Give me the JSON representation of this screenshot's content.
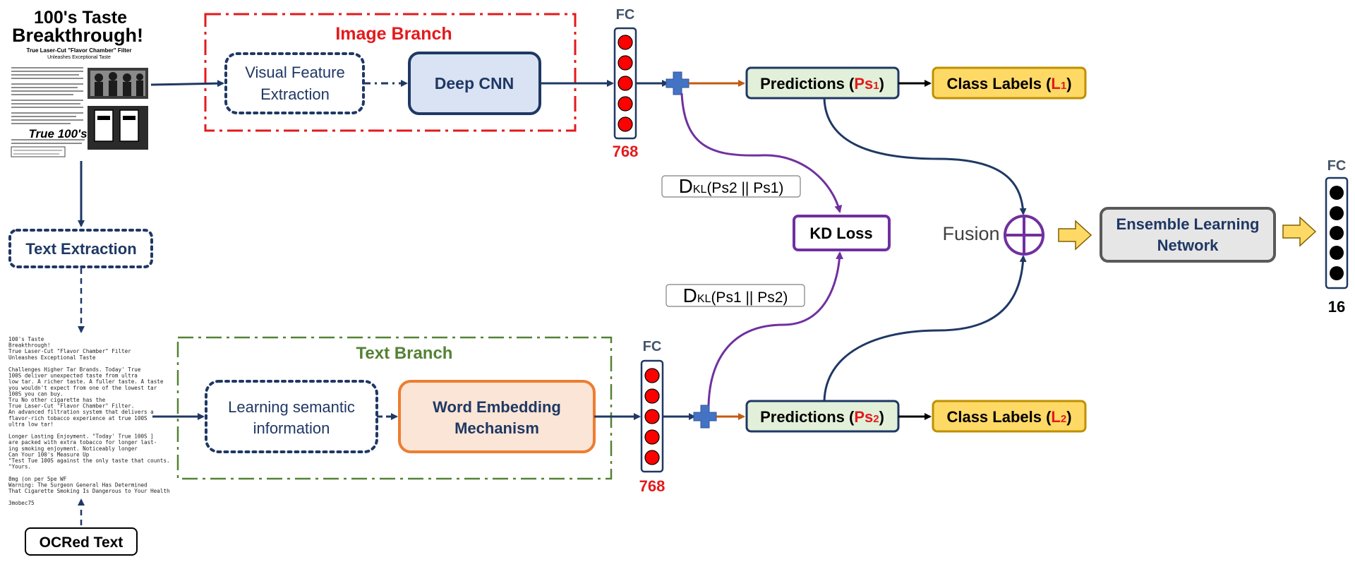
{
  "image_branch": {
    "title": "Image Branch",
    "visual_feature": [
      "Visual Feature",
      "Extraction"
    ],
    "deep_cnn": "Deep CNN"
  },
  "text_branch": {
    "title": "Text Branch",
    "learning_semantic": [
      "Learning semantic",
      "information"
    ],
    "word_embedding": [
      "Word Embedding",
      "Mechanism"
    ]
  },
  "fc_label": "FC",
  "fc_top_size": "768",
  "fc_bottom_size": "768",
  "fc_final_size": "16",
  "predictions_top": {
    "prefix": "Predictions (",
    "sym": "Ps",
    "sub": "1",
    "suffix": ")"
  },
  "predictions_bottom": {
    "prefix": "Predictions (",
    "sym": "Ps",
    "sub": "2",
    "suffix": ")"
  },
  "class_labels_top": {
    "prefix": "Class Labels (",
    "sym": "L",
    "sub": "1",
    "suffix": ")"
  },
  "class_labels_bottom": {
    "prefix": "Class Labels (",
    "sym": "L",
    "sub": "2",
    "suffix": ")"
  },
  "kd_loss": "KD Loss",
  "dkl_top": {
    "d": "D",
    "kl": "KL",
    "rest": "(Ps2 || Ps1)"
  },
  "dkl_bottom": {
    "d": "D",
    "kl": "KL",
    "rest": "(Ps1 || Ps2)"
  },
  "fusion": "Fusion",
  "ensemble": [
    "Ensemble Learning",
    "Network"
  ],
  "text_extraction": "Text Extraction",
  "ocred_text": "OCRed Text",
  "ad_poster": {
    "headline": [
      "100's Taste",
      "Breakthrough!"
    ],
    "subhead": [
      "True Laser-Cut \"Flavor Chamber\" Filter",
      "Unleashes Exceptional Taste"
    ],
    "bottom_logo": "True 100's"
  },
  "ocr_text_lines": [
    "100's Taste",
    "Breakthrough!",
    "True Laser-Cut \"Flavor Chamber\" Filter",
    "Unleashes Exceptional Taste",
    "",
    "Challenges Higher Tar Brands. Today' True",
    "100S deliver unexpected taste from ultra",
    "low tar. A richer taste. A fuller taste. A taste",
    "you wouldn't expect from one of the lowest tar",
    "100S you can buy.",
    "Tru No other cigarette has the",
    "True Laser-Cut \"Flavor Chamber\" Filter.",
    "An advanced filtration system that delivers a",
    "flavor-rich tobacco experience at true 100S",
    "ultra low tar!",
    "",
    "Longer Lasting Enjoyment. \"Today' True 100S ]",
    "are packed with extra tobacco for longer last-",
    "ing smoking enjoyment. Noticeably longer",
    "Can Your 100's Measure Up",
    "\"Test Tue 100S against the only taste that counts.",
    "\"Yours.",
    "",
    "8mg (on per 5pe WF",
    "Warning: The Surgeon General Has Determined",
    "That Cigarette Smoking Is Dangerous to Your Health",
    "",
    "3mobec75"
  ],
  "colors": {
    "navy": "#1f3864",
    "red_dash": "#e31a1c",
    "green_dash": "#548235",
    "green_title": "#548235",
    "deep_cnn_fill": "#dae3f3",
    "deep_cnn_stroke": "#1f3864",
    "word_emb_fill": "#fbe5d6",
    "word_emb_stroke": "#ed7d31",
    "pred_fill": "#e2f0d9",
    "label_fill": "#ffd966",
    "label_stroke": "#bf9000",
    "purple": "#7030a0",
    "orange_arrow": "#c55a11",
    "plus_blue": "#4472c4",
    "neuron_red": "#ff0000",
    "ensemble_fill": "#e7e6e6",
    "ensemble_stroke": "#595959",
    "yellow_arrow": "#ffd966"
  }
}
